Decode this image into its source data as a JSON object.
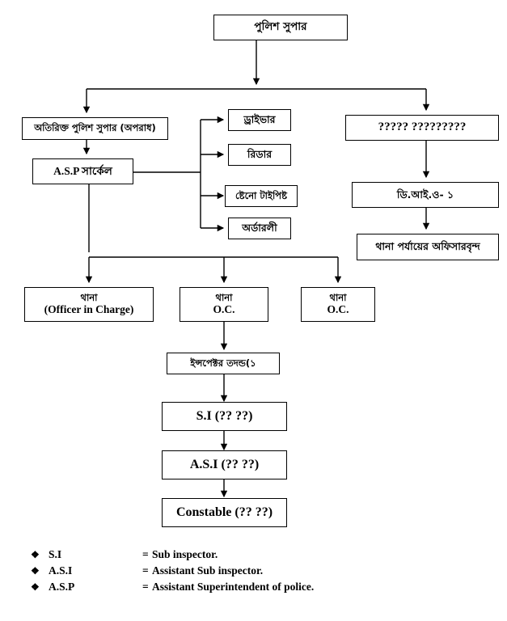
{
  "chart_data": {
    "type": "diagram",
    "title": "Police organisational hierarchy flow chart",
    "nodes": [
      {
        "id": "sp",
        "label": "পুলিশ সুপার"
      },
      {
        "id": "addl_sp",
        "label": "অতিরিক্ত পুলিশ সুপার (অপরাধ)"
      },
      {
        "id": "asp_circle",
        "label": "A.S.P সার্কেল"
      },
      {
        "id": "driver",
        "label": "ড্রাইভার"
      },
      {
        "id": "reader",
        "label": "রিডার"
      },
      {
        "id": "steno",
        "label": "ষ্টেনো টাইপিষ্ট"
      },
      {
        "id": "orderly",
        "label": "অর্ডারলী"
      },
      {
        "id": "unknown_right",
        "label": "????? ?????????"
      },
      {
        "id": "dio1",
        "label": "ডি.আই.ও- ১"
      },
      {
        "id": "thana_officers",
        "label": "থানা পর্যায়ের অফিসারবৃন্দ"
      },
      {
        "id": "thana_oic",
        "label": "থানা",
        "label2": "(Officer in Charge)"
      },
      {
        "id": "thana_oc_1",
        "label": "থানা",
        "label2": "O.C."
      },
      {
        "id": "thana_oc_2",
        "label": "থানা",
        "label2": "O.C."
      },
      {
        "id": "inspector",
        "label": "ইন্সপেক্টর তদন্ড(১"
      },
      {
        "id": "si",
        "label": "S.I (?? ??)"
      },
      {
        "id": "asi",
        "label": "A.S.I (?? ??)"
      },
      {
        "id": "constable",
        "label": "Constable (?? ??)"
      }
    ],
    "edges": [
      {
        "from": "sp",
        "to": "addl_sp"
      },
      {
        "from": "sp",
        "to": "unknown_right"
      },
      {
        "from": "addl_sp",
        "to": "asp_circle"
      },
      {
        "from": "asp_circle",
        "to": "driver"
      },
      {
        "from": "asp_circle",
        "to": "reader"
      },
      {
        "from": "asp_circle",
        "to": "steno"
      },
      {
        "from": "asp_circle",
        "to": "orderly"
      },
      {
        "from": "asp_circle",
        "to": "thana_oic"
      },
      {
        "from": "asp_circle",
        "to": "thana_oc_1"
      },
      {
        "from": "asp_circle",
        "to": "thana_oc_2"
      },
      {
        "from": "unknown_right",
        "to": "dio1"
      },
      {
        "from": "dio1",
        "to": "thana_officers"
      },
      {
        "from": "thana_oc_1",
        "to": "inspector"
      },
      {
        "from": "inspector",
        "to": "si"
      },
      {
        "from": "si",
        "to": "asi"
      },
      {
        "from": "asi",
        "to": "constable"
      }
    ]
  },
  "chart": {
    "top": {
      "sp_label": "পুলিশ সুপার"
    },
    "left": {
      "addl_sp_label": "অতিরিক্ত পুলিশ সুপার (অপরাধ)",
      "asp_circle_label": "A.S.P সার্কেল"
    },
    "middle_staff": [
      {
        "label": "ড্রাইভার"
      },
      {
        "label": "রিডার"
      },
      {
        "label": "ষ্টেনো টাইপিষ্ট"
      },
      {
        "label": "অর্ডারলী"
      }
    ],
    "right": {
      "unknown_label": "????? ?????????",
      "dio_label": "ডি.আই.ও- ১",
      "thana_officers_label": "থানা পর্যায়ের অফিসারবৃন্দ"
    },
    "thana_row": [
      {
        "line1": "থানা",
        "line2": "(Officer in Charge)"
      },
      {
        "line1": "থানা",
        "line2": "O.C."
      },
      {
        "line1": "থানা",
        "line2": "O.C."
      }
    ],
    "chain": {
      "inspector_label": "ইন্সপেক্টর তদন্ড(১",
      "si_label": "S.I (?? ??)",
      "asi_label": "A.S.I (?? ??)",
      "constable_label": "Constable (?? ??)"
    }
  },
  "legend": {
    "bullet": "❖",
    "equals": "=",
    "rows": [
      {
        "abbr": "S.I",
        "definition": "Sub inspector."
      },
      {
        "abbr": "A.S.I",
        "definition": "Assistant Sub inspector."
      },
      {
        "abbr": "A.S.P",
        "definition": "Assistant Superintendent of police."
      }
    ]
  },
  "colors": {
    "line": "#000000",
    "background": "#ffffff",
    "text": "#000000"
  }
}
